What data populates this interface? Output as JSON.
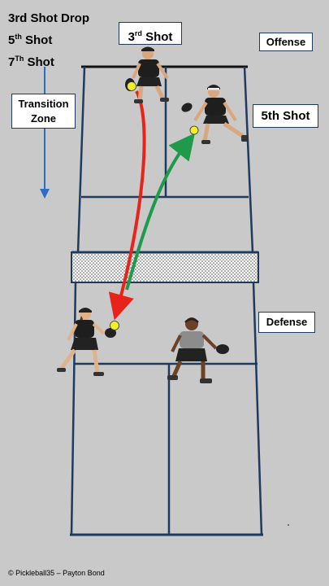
{
  "title": {
    "line1": "3rd Shot Drop",
    "line2_main": "5",
    "line2_sup": "th",
    "line2_rest": " Shot",
    "line3_main": "7",
    "line3_sup": "Th",
    "line3_rest": " Shot"
  },
  "labels": {
    "third_shot_main": "3",
    "third_shot_sup": "rd",
    "third_shot_rest": " Shot",
    "offense": "Offense",
    "fifth_shot": "5th Shot",
    "transition_line1": "Transition",
    "transition_line2": "Zone",
    "defense": "Defense"
  },
  "footer": "© Pickleball35 – Payton Bond",
  "colors": {
    "background": "#c9c9c9",
    "court_lines": "#1f3a5f",
    "arrow_third_shot": "#e8231a",
    "arrow_fifth_shot": "#1e9a4a",
    "transition_arrow": "#2a6fc0",
    "ball": "#f2ee2a"
  },
  "players": [
    {
      "role": "third-shot-hitter",
      "side": "offense"
    },
    {
      "role": "fifth-shot-hitter",
      "side": "offense"
    },
    {
      "role": "defender-left",
      "side": "defense"
    },
    {
      "role": "defender-right",
      "side": "defense"
    }
  ]
}
